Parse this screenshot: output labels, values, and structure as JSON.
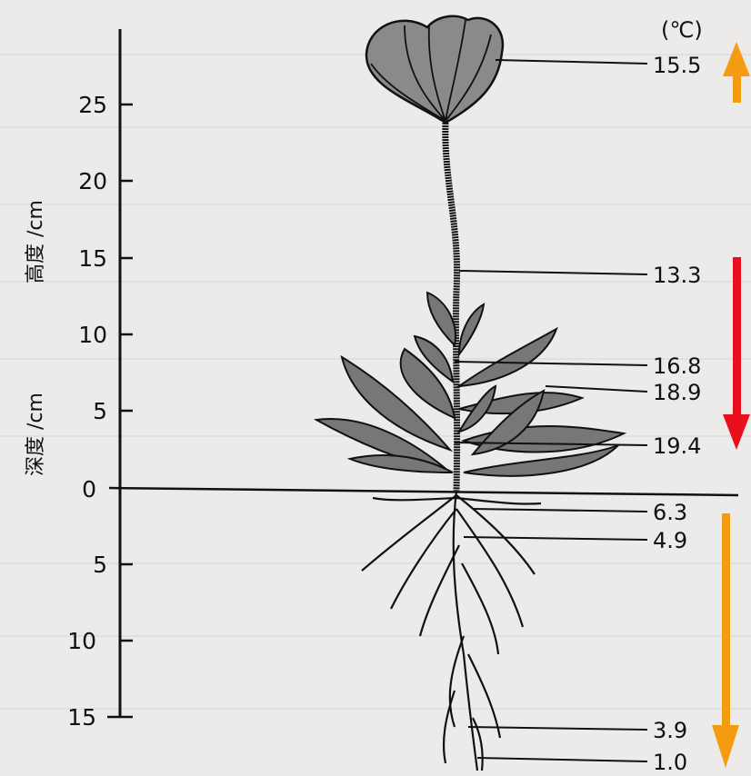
{
  "unit_label": "(℃)",
  "axis": {
    "height_label": "高度 /cm",
    "depth_label": "深度 /cm",
    "height_ticks": [
      "25",
      "20",
      "15",
      "10",
      "5",
      "0"
    ],
    "depth_ticks": [
      "5",
      "10",
      "15"
    ]
  },
  "temperatures": [
    {
      "value": "15.5"
    },
    {
      "value": "13.3"
    },
    {
      "value": "16.8"
    },
    {
      "value": "18.9"
    },
    {
      "value": "19.4"
    },
    {
      "value": "6.3"
    },
    {
      "value": "4.9"
    },
    {
      "value": "3.9"
    },
    {
      "value": "1.0"
    }
  ],
  "arrows": [
    {
      "direction": "up",
      "color": "#f39c12"
    },
    {
      "direction": "down",
      "color": "#e8101e"
    },
    {
      "direction": "down",
      "color": "#f39c12"
    }
  ]
}
